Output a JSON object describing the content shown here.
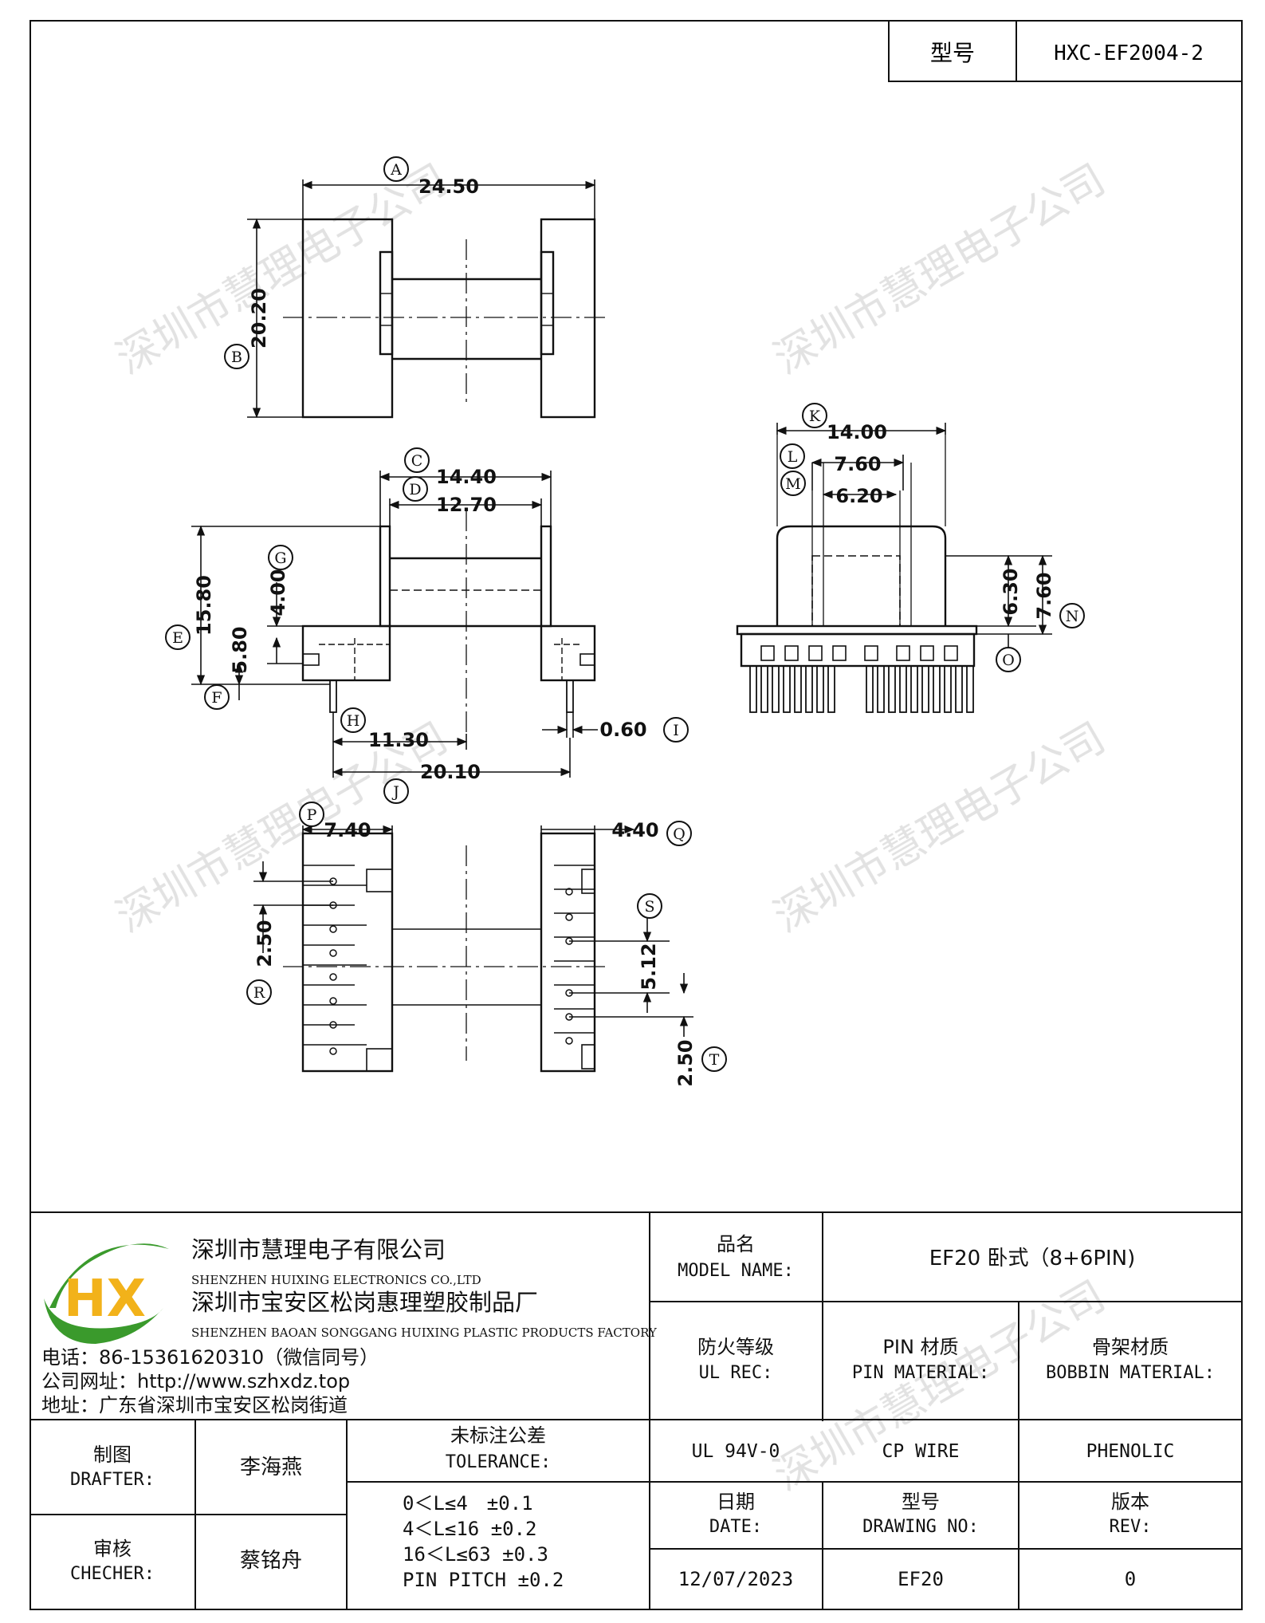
{
  "header": {
    "model_label": "型号",
    "model_value": "HXC-EF2004-2"
  },
  "watermark": "深圳市慧理电子公司",
  "drawing": {
    "dims": {
      "A": "24.50",
      "B": "20.20",
      "C": "14.40",
      "D": "12.70",
      "E": "15.80",
      "G": "4.00",
      "F": "5.80",
      "H": "11.30",
      "I": "0.60",
      "J": "20.10",
      "K": "14.00",
      "L": "7.60",
      "M": "6.20",
      "O": "6.30",
      "N": "7.60",
      "P": "7.40",
      "Q": "4.40",
      "S": "5.12",
      "R": "2.50",
      "T": "2.50"
    },
    "markers": {
      "A": "A",
      "B": "B",
      "C": "C",
      "D": "D",
      "E": "E",
      "F": "F",
      "G": "G",
      "H": "H",
      "I": "I",
      "J": "J",
      "K": "K",
      "L": "L",
      "M": "M",
      "N": "N",
      "O": "O",
      "P": "P",
      "Q": "Q",
      "R": "R",
      "S": "S",
      "T": "T"
    }
  },
  "title_block": {
    "company_cn": "深圳市慧理电子有限公司",
    "company_en": "SHENZHEN HUIXING ELECTRONICS CO.,LTD",
    "factory_cn": "深圳市宝安区松岗惠理塑胶制品厂",
    "factory_en": "SHENZHEN BAOAN SONGGANG HUIXING PLASTIC PRODUCTS FACTORY",
    "phone": "电话：86-15361620310（微信同号）",
    "website": "公司网址：http://www.szhxdz.top",
    "address": "地址：广东省深圳市宝安区松岗街道",
    "logo_text": "HX",
    "name_label_cn": "品名",
    "name_label_en": "MODEL NAME:",
    "name_value": "EF20 卧式（8+6PIN)",
    "ul_label_cn": "防火等级",
    "ul_label_en": "UL REC:",
    "pin_label_cn": "PIN 材质",
    "pin_label_en": "PIN MATERIAL:",
    "bobbin_label_cn": "骨架材质",
    "bobbin_label_en": "BOBBIN MATERIAL:",
    "ul_value": "UL 94V-0",
    "pin_value": "CP WIRE",
    "bobbin_value": "PHENOLIC",
    "drafter_cn": "制图",
    "drafter_en": "DRAFTER:",
    "drafter_name": "李海燕",
    "checker_cn": "审核",
    "checker_en": "CHECHER:",
    "checker_name": "蔡铭舟",
    "tol_label_cn": "未标注公差",
    "tol_label_en": "TOLERANCE:",
    "tol_1": "0＜L≤4　±0.1",
    "tol_2": "4＜L≤16 ±0.2",
    "tol_3": "16＜L≤63 ±0.3",
    "tol_4": "PIN PITCH ±0.2",
    "date_cn": "日期",
    "date_en": "DATE:",
    "dwg_cn": "型号",
    "dwg_en": "DRAWING NO:",
    "rev_cn": "版本",
    "rev_en": "REV:",
    "date_value": "12/07/2023",
    "dwg_value": "EF20",
    "rev_value": "0"
  },
  "colors": {
    "ink": "#111111",
    "logo_green": "#3a9a2c",
    "logo_yellow": "#f2b21a",
    "watermark": "#d9d9d9"
  }
}
